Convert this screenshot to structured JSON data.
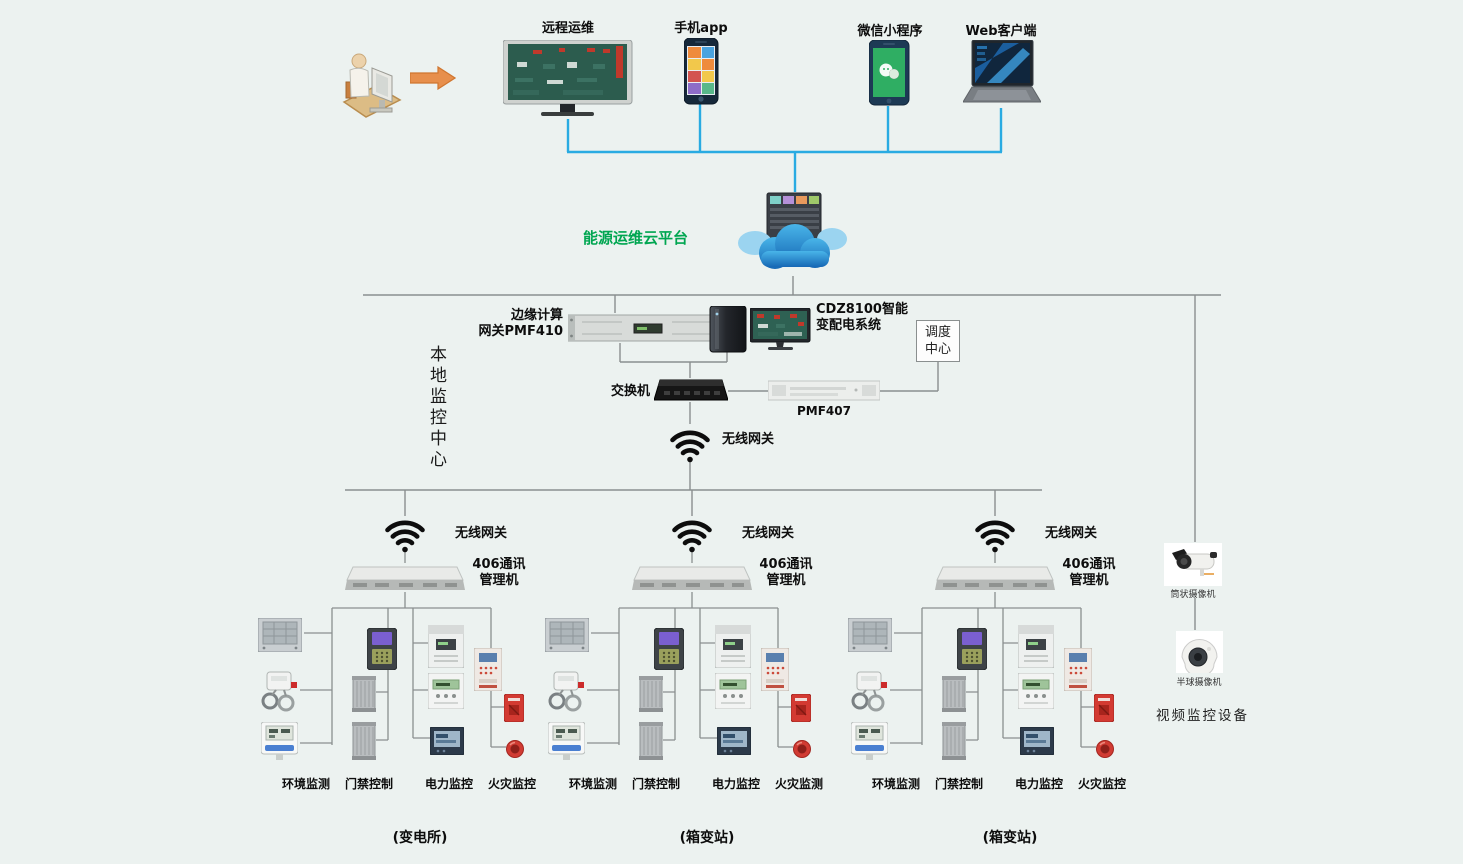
{
  "clients": {
    "remote_label": "远程运维",
    "app_label": "手机app",
    "wechat_label": "微信小程序",
    "web_label": "Web客户端"
  },
  "cloud_platform": {
    "label": "能源运维云平台"
  },
  "local_center": {
    "side_label": "本地监控中心",
    "edge_gateway_line1": "边缘计算",
    "edge_gateway_line2": "网关PMF410",
    "scada_line1": "CDZ8100智能",
    "scada_line2": "变配电系统",
    "dispatch_line1": "调度",
    "dispatch_line2": "中心",
    "switch_label": "交换机",
    "pmf407_label": "PMF407",
    "wireless_label": "无线网关"
  },
  "stations": [
    {
      "wireless_label": "无线网关",
      "comm_line1": "406通讯",
      "comm_line2": "管理机",
      "col_env": "环境监测",
      "col_door": "门禁控制",
      "col_power": "电力监控",
      "col_fire": "火灾监控",
      "name": "(变电所)"
    },
    {
      "wireless_label": "无线网关",
      "comm_line1": "406通讯",
      "comm_line2": "管理机",
      "col_env": "环境监测",
      "col_door": "门禁控制",
      "col_power": "电力监控",
      "col_fire": "火灾监测",
      "name": "(箱变站)"
    },
    {
      "wireless_label": "无线网关",
      "comm_line1": "406通讯",
      "comm_line2": "管理机",
      "col_env": "环境监测",
      "col_door": "门禁控制",
      "col_power": "电力监控",
      "col_fire": "火灾监控",
      "name": "(箱变站)"
    }
  ],
  "video": {
    "bullet_label": "筒状摄像机",
    "dome_label": "半球摄像机",
    "section_label": "视频监控设备"
  },
  "icons": {
    "operator": "person-at-desk",
    "flow": "arrow-right",
    "wifi": "wifi-arcs",
    "cloud": "cloud-with-server"
  },
  "colors": {
    "background": "#ecf2f0",
    "blue_line": "#29abe2",
    "gray_line": "#8a8f8f",
    "green_text": "#00a651",
    "wechat_green": "#2fae63",
    "alarm_red": "#c0392b"
  }
}
